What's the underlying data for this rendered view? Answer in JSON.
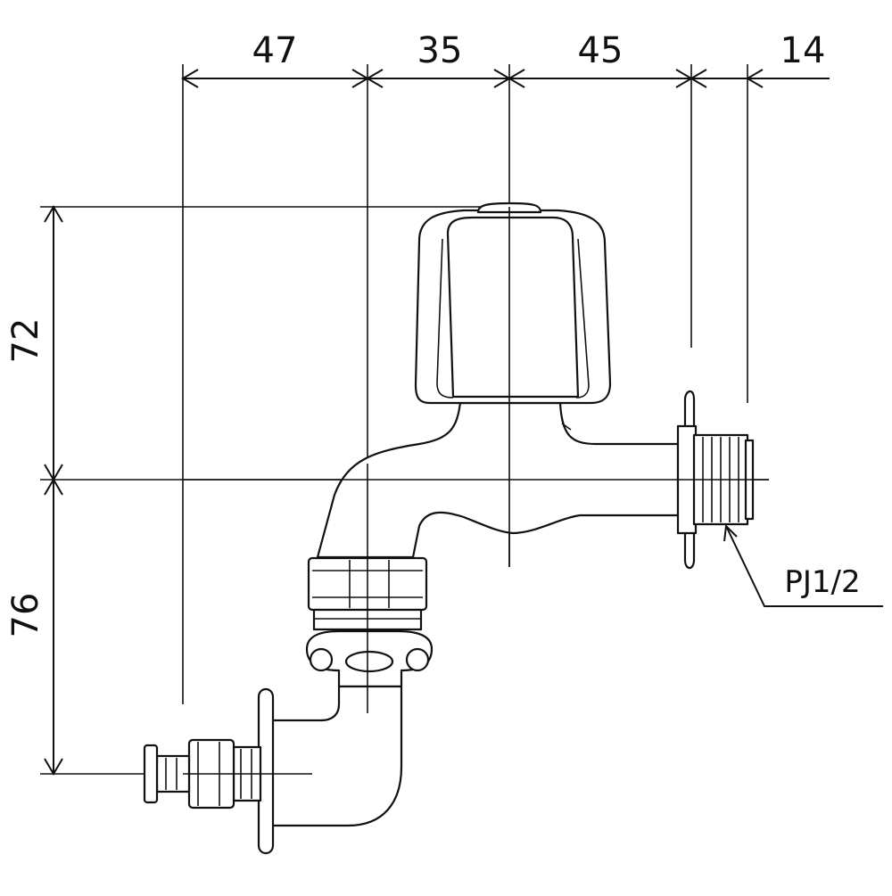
{
  "dimensions": {
    "top": [
      "47",
      "35",
      "45",
      "14"
    ],
    "upper_height": "72",
    "lower_height": "76"
  },
  "callout": {
    "thread_label": "PJ1/2"
  },
  "style": {
    "line_color": "#111111",
    "background": "#ffffff"
  }
}
